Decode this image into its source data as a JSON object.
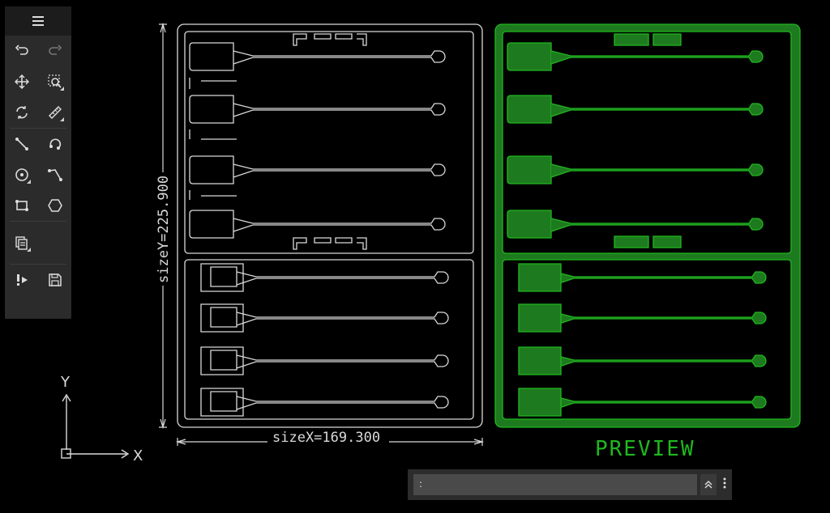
{
  "toolbar": {
    "menu_icon": "menu-icon",
    "tools": [
      "undo-icon",
      "redo-icon",
      "move-icon",
      "zoom-window-icon",
      "rotate-icon",
      "measure-icon",
      "line-icon",
      "arc-icon",
      "circle-icon",
      "polyline-icon",
      "rectangle-icon",
      "polygon-icon",
      "layers-icon",
      "run-icon",
      "save-icon"
    ]
  },
  "drawing": {
    "size_x_label": "sizeX=169.300",
    "size_y_label": "sizeY=225.900",
    "axis_x": "X",
    "axis_y": "Y",
    "preview_label": "PREVIEW"
  },
  "command": {
    "prompt": ":",
    "value": "",
    "history_icon": "chevron-up-double-icon",
    "more_icon": "more-vertical-icon"
  },
  "colors": {
    "outline": "#d9d9d9",
    "preview_fill": "#1e7a1e",
    "preview_stroke": "#1fb81f"
  }
}
